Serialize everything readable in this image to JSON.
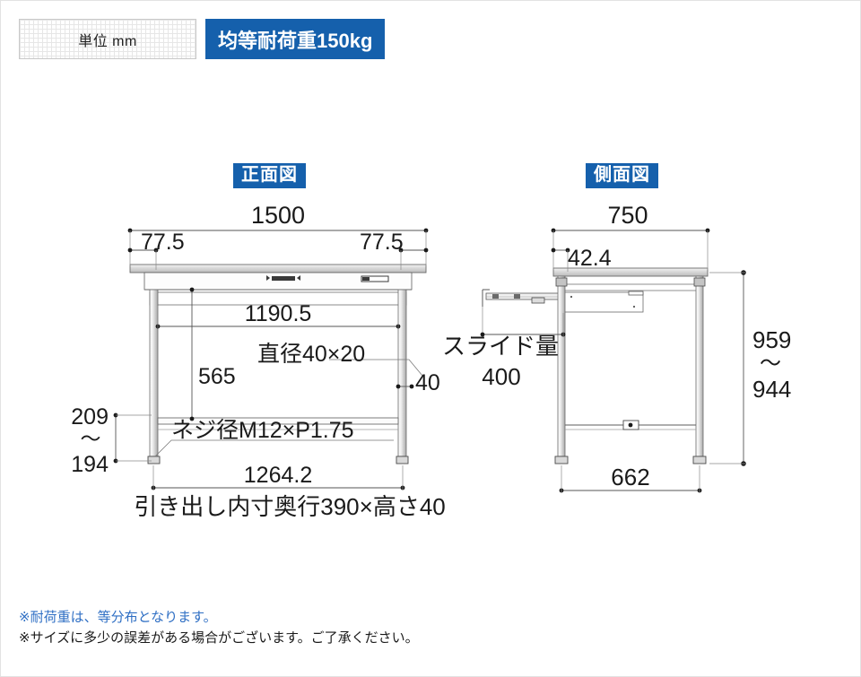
{
  "header": {
    "unit_label": "単位 mm",
    "load_label": "均等耐荷重150kg",
    "accent_color": "#1560ac"
  },
  "views": {
    "front": {
      "title": "正面図",
      "dimensions": {
        "overall_width": "1500",
        "left_inset": "77.5",
        "right_inset": "77.5",
        "inner_width": "1190.5",
        "leg_height": "565",
        "leg_diameter_note": "直径40×20",
        "brace_width": "40",
        "screw_note": "ネジ径M12×P1.75",
        "foot_span": "1264.2",
        "adjust_upper": "209",
        "adjust_tilde": "〜",
        "adjust_lower": "194"
      },
      "caption": "引き出し内寸奥行390×高さ40"
    },
    "side": {
      "title": "側面図",
      "dimensions": {
        "overall_depth": "750",
        "top_overhang": "42.4",
        "slide_label": "スライド量",
        "slide_value": "400",
        "height_upper": "959",
        "height_tilde": "〜",
        "height_lower": "944",
        "foot_span": "662"
      }
    }
  },
  "footer": {
    "note_1": "※耐荷重は、等分布となります。",
    "note_2": "※サイズに多少の誤差がある場合がございます。ご了承ください。",
    "note_1_color": "#2f6fc4"
  }
}
